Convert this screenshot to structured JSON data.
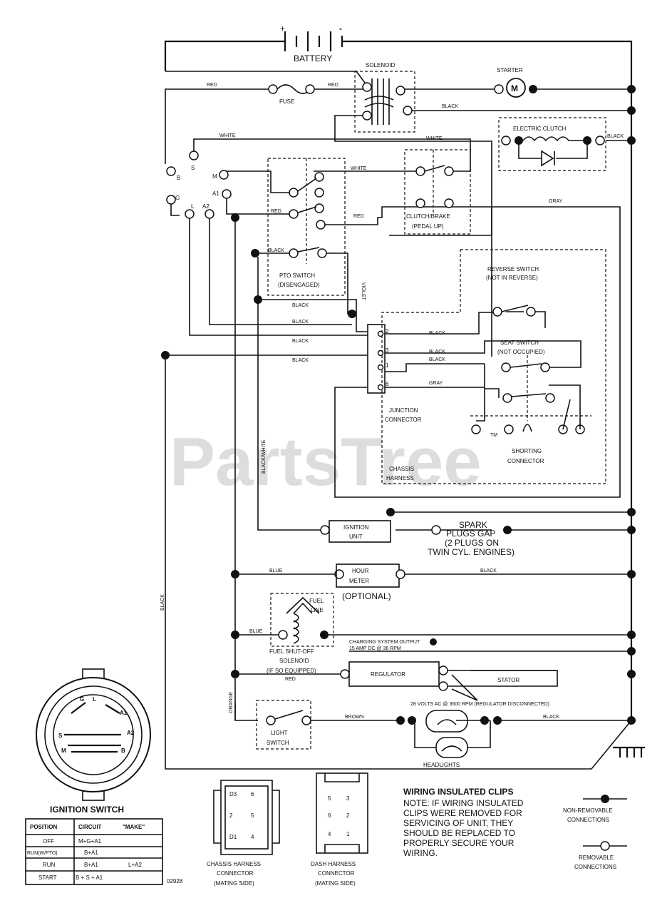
{
  "battery": {
    "label": "BATTERY",
    "plus": "+",
    "minus": "-"
  },
  "solenoid": {
    "label": "SOLENOID"
  },
  "starter": {
    "label": "STARTER",
    "symbol": "M"
  },
  "fuse": {
    "label": "FUSE"
  },
  "electric_clutch": {
    "label": "ELECTRIC CLUTCH"
  },
  "clutch_brake": {
    "line1": "CLUTCH/BRAKE",
    "line2": "(PEDAL UP)"
  },
  "pto_switch": {
    "line1": "PTO SWITCH",
    "line2": "(DISENGAGED)"
  },
  "reverse_switch": {
    "line1": "REVERSE SWITCH",
    "line2": "(NOT IN REVERSE)"
  },
  "seat_switch": {
    "line1": "SEAT SWITCH",
    "line2": "(NOT OCCUPIED)"
  },
  "junction_connector": {
    "line1": "JUNCTION",
    "line2": "CONNECTOR",
    "pins": [
      "2",
      "3",
      "1",
      "6"
    ]
  },
  "shorting_connector": {
    "line1": "SHORTING",
    "line2": "CONNECTOR"
  },
  "chassis_harness_label": {
    "line1": "CHASSIS",
    "line2": "HARNESS"
  },
  "ignition_unit": {
    "line1": "IGNITION",
    "line2": "UNIT"
  },
  "spark_plugs": {
    "line1": "SPARK",
    "line2": "PLUGS GAP",
    "line3": "(2 PLUGS ON",
    "line4": "TWIN CYL. ENGINES)"
  },
  "hour_meter": {
    "line1": "HOUR",
    "line2": "METER",
    "line3": "(OPTIONAL)"
  },
  "fuel_line": {
    "line1": "FUEL",
    "line2": "LINE"
  },
  "fuel_solenoid": {
    "line1": "FUEL SHUT-OFF",
    "line2": "SOLENOID",
    "line3": "(IF SO EQUIPPED)"
  },
  "charging_output": {
    "line1": "CHARGING SYSTEM OUTPUT",
    "line2": "15 AMP DC @ 36 RPM"
  },
  "regulator": {
    "label": "REGULATOR"
  },
  "stator": {
    "label": "STATOR"
  },
  "ac_note": {
    "label": "28 VOLTS AC @ 3600 RPM (REGULATOR DISCONNECTED)"
  },
  "light_switch": {
    "line1": "LIGHT",
    "line2": "SWITCH"
  },
  "headlights": {
    "label": "HEADLIGHTS"
  },
  "ignition_switch": {
    "title": "IGNITION SWITCH",
    "terminals": [
      "G",
      "L",
      "A1",
      "S",
      "A2",
      "M",
      "B"
    ],
    "table_headers": [
      "POSITION",
      "CIRCUIT",
      "\"MAKE\""
    ],
    "rows": [
      {
        "position": "OFF",
        "circuit": "M+G+A1",
        "make": ""
      },
      {
        "position": "RUN(W/PTO)",
        "circuit": "B+A1",
        "make": ""
      },
      {
        "position": "RUN",
        "circuit": "B+A1",
        "make": "L+A2"
      },
      {
        "position": "START",
        "circuit": "B + S + A1",
        "make": ""
      }
    ]
  },
  "diagram_number": "02928",
  "chassis_connector": {
    "line1": "CHASSIS HARNESS",
    "line2": "CONNECTOR",
    "line3": "(MATING SIDE)",
    "pins": [
      "D3",
      "6",
      "2",
      "5",
      "D1",
      "4"
    ]
  },
  "dash_connector": {
    "line1": "DASH HARNESS",
    "line2": "CONNECTOR",
    "line3": "(MATING SIDE)",
    "pins": [
      "5",
      "3",
      "6",
      "2",
      "4",
      "1"
    ]
  },
  "clips_note": {
    "title": "WIRING INSULATED CLIPS",
    "lines": [
      "NOTE: IF WIRING INSULATED",
      "CLIPS WERE REMOVED FOR",
      "SERVICING OF UNIT, THEY",
      "SHOULD BE REPLACED TO",
      "PROPERLY SECURE YOUR",
      "WIRING."
    ]
  },
  "legend": {
    "non_removable": [
      "NON-REMOVABLE",
      "CONNECTIONS"
    ],
    "removable": [
      "REMOVABLE",
      "CONNECTIONS"
    ]
  },
  "wire_colors": {
    "red": "RED",
    "black": "BLACK",
    "white": "WHITE",
    "gray": "GRAY",
    "blue": "BLUE",
    "brown": "BROWN",
    "orange": "ORANGE",
    "violet": "VIOLET",
    "black_white": "BLACK/WHITE"
  },
  "watermark": {
    "text": "PartsTree",
    "tm": "TM"
  }
}
